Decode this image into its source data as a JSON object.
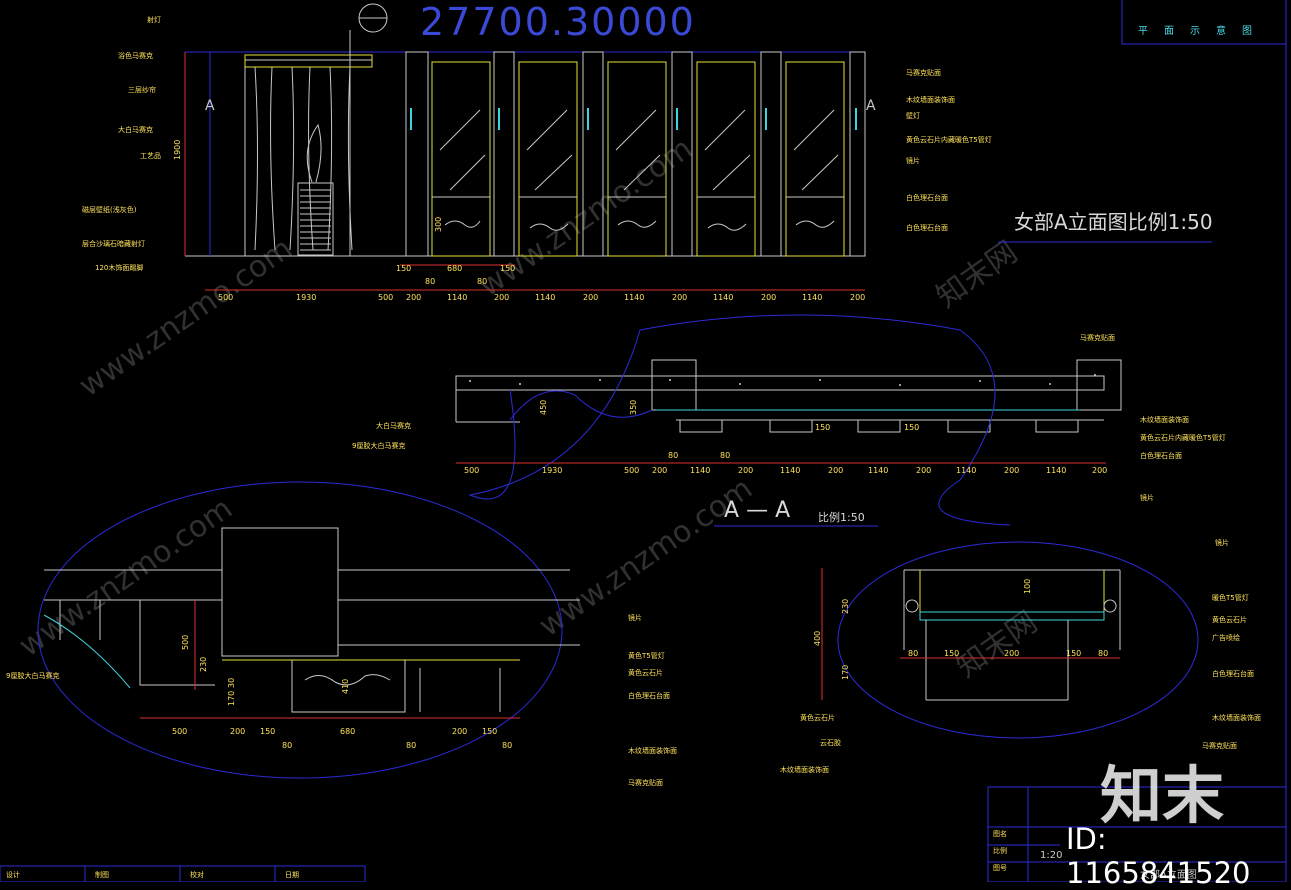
{
  "header": {
    "big_number": "27700.30000",
    "plan_title": "平面示意图"
  },
  "elevation": {
    "title": "女部A立面图比例1:50",
    "section_mark": "A",
    "left_labels": [
      "射灯",
      "浴色马赛克",
      "三层纱帘",
      "大白马赛克",
      "工艺品",
      "磁层壁纸(浅灰色)",
      "层合沙璃石暗藏射灯",
      "120木饰面踢脚"
    ],
    "right_labels": [
      "马赛克贴面",
      "木纹墙面装饰面",
      "壁灯",
      "黄色云石片内藏暖色T5管灯",
      "镜片",
      "白色理石台面",
      "白色理石台面"
    ],
    "dims_small": [
      "150",
      "680",
      "150",
      "80",
      "80",
      "1900",
      "300"
    ],
    "dims_bottom": [
      "500",
      "1930",
      "500",
      "200",
      "1140",
      "200",
      "1140",
      "200",
      "1140",
      "200",
      "1140",
      "200",
      "1140",
      "200"
    ]
  },
  "section": {
    "title_a1": "A",
    "title_dash": "—",
    "title_a2": "A",
    "scale": "比例1:50",
    "left_labels": [
      "大白马赛克",
      "9厘胶大白马赛克"
    ],
    "right_labels": [
      "马赛克贴面",
      "木纹墙面装饰面",
      "黄色云石片内藏暖色T5管灯",
      "白色理石台面",
      "镜片"
    ],
    "dims_small": [
      "450",
      "350",
      "80",
      "80",
      "150",
      "150"
    ],
    "dims_bottom": [
      "500",
      "1930",
      "500",
      "200",
      "1140",
      "200",
      "1140",
      "200",
      "1140",
      "200",
      "1140",
      "200",
      "1140",
      "200"
    ]
  },
  "detail_left": {
    "labels": [
      "镜片",
      "黄色T5管灯",
      "黄色云石片",
      "白色理石台面",
      "木纹墙面装饰面",
      "马赛克贴面",
      "9厘胶大白马赛克"
    ],
    "dims": [
      "500",
      "230",
      "30",
      "170",
      "410",
      "500",
      "200",
      "150",
      "80",
      "680",
      "80",
      "200",
      "150",
      "80"
    ]
  },
  "detail_right": {
    "labels": [
      "镜片",
      "暖色T5管灯",
      "黄色云石片",
      "广告喷绘",
      "白色理石台面",
      "木纹墙面装饰面",
      "马赛克贴面",
      "黄色云石片",
      "云石胶",
      "木纹墙面装饰面"
    ],
    "dims": [
      "230",
      "400",
      "170",
      "100",
      "80",
      "150",
      "200",
      "150",
      "80"
    ]
  },
  "title_block": {
    "rows": [
      "图名",
      "比例",
      "图号"
    ],
    "scale_value": "1:20",
    "drawing_name": "女部A立面图",
    "footer": [
      "设计",
      "制图",
      "校对",
      "日期"
    ]
  },
  "watermark": {
    "brand": "知末",
    "id": "ID: 1165841520",
    "site": "www.znzmo.com",
    "site_cn": "知末网"
  },
  "colors": {
    "background": "#000000",
    "frame": "#2b2bd8",
    "dimension": "#e03030",
    "label": "#ffe35a",
    "cyan": "#3fd3e0"
  }
}
